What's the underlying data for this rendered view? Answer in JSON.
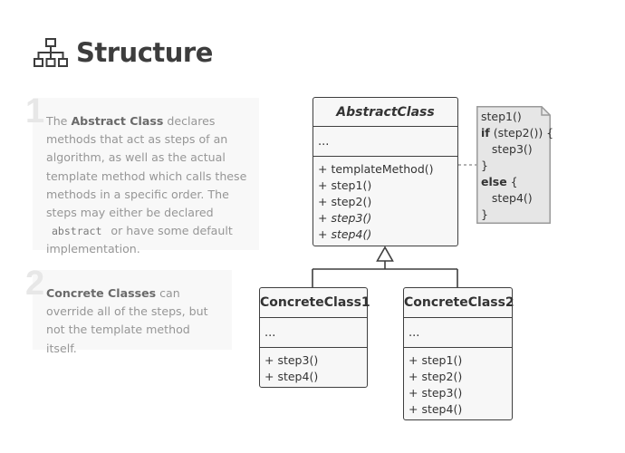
{
  "heading": {
    "title": "Structure",
    "icon": "hierarchy-icon"
  },
  "notes": [
    {
      "number": "1",
      "p1": "The ",
      "b1": "Abstract Class",
      "p2": " declares methods that act as steps of an algorithm, as well as the actual template method which calls these methods in a specific order. The steps may either be declared ",
      "code": "abstract",
      "p3": " or have some default implementation."
    },
    {
      "number": "2",
      "b1": "Concrete Classes",
      "p1": " can override all of the steps, but not the template method itself."
    }
  ],
  "abstract_class": {
    "name": "AbstractClass",
    "fields": "...",
    "methods": [
      "+ templateMethod()",
      "+ step1()",
      "+ step2()",
      "+ step3()",
      "+ step4()"
    ]
  },
  "concrete_class_1": {
    "name": "ConcreteClass1",
    "fields": "...",
    "methods": [
      "+ step3()",
      "+ step4()"
    ]
  },
  "concrete_class_2": {
    "name": "ConcreteClass2",
    "fields": "...",
    "methods": [
      "+ step1()",
      "+ step2()",
      "+ step3()",
      "+ step4()"
    ]
  },
  "code_note": {
    "l1": "step1()",
    "l2_kw": "if",
    "l2_rest": " (step2()) {",
    "l3": "   step3()",
    "l4": "}",
    "l5_kw": "else",
    "l5_rest": " {",
    "l6": "   step4()",
    "l7": "}"
  },
  "colors": {
    "border": "#3f3f3f",
    "box_fill": "#f7f7f7",
    "note_fill": "#e6e6e6",
    "muted_text": "#969696"
  }
}
